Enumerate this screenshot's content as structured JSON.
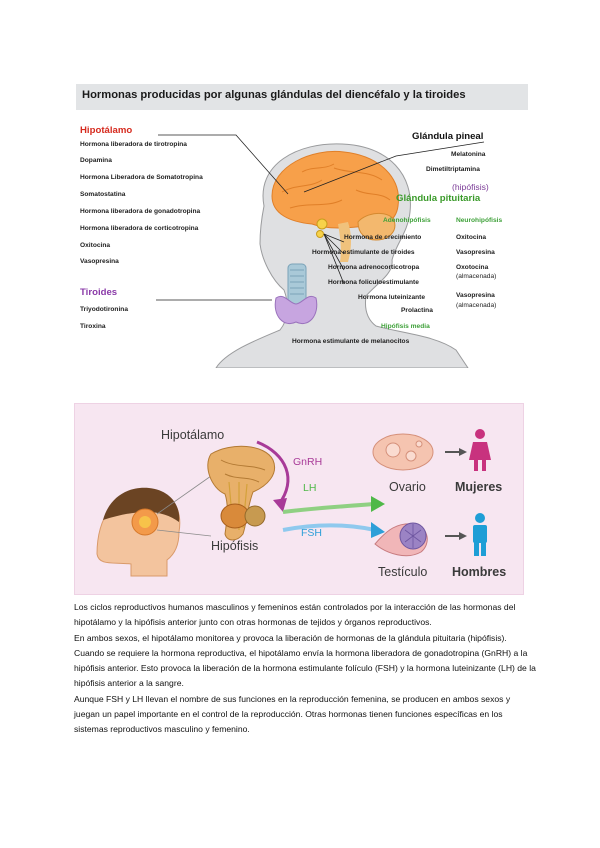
{
  "figure1": {
    "title": "Hormonas producidas por algunas glándulas del diencéfalo y la tiroides",
    "hipotalamo": {
      "heading": "Hipotálamo",
      "items": [
        "Hormona liberadora de tirotropina",
        "Dopamina",
        "Hormona Liberadora de Somatotropina",
        "Somatostatina",
        "Hormona liberadora de gonadotropina",
        "Hormona liberadora de corticotropina",
        "Oxitocina",
        "Vasopresina"
      ]
    },
    "tiroides": {
      "heading": "Tiroides",
      "items": [
        "Triyodotironina",
        "Tiroxina"
      ]
    },
    "pineal": {
      "heading": "Glándula pineal",
      "items": [
        "Melatonina",
        "Dimetiltriptamina"
      ]
    },
    "pituitaria": {
      "note": "(hipófisis)",
      "heading": "Glándula pituitaria",
      "adeno_heading": "Adenohipófisis",
      "neuro_heading": "Neurohipófisis",
      "adeno_items": [
        "Hormona de crecimiento",
        "Hormona estimulante de tiroides",
        "Hormona adrenocorticotropa",
        "Hormona foliculoestimulante",
        "Hormona luteinizante",
        "Prolactina"
      ],
      "neuro_items": [
        "Oxitocina",
        "Vasopresina",
        "Oxotocina",
        "(almacenada)",
        "Vasopresina",
        "(almacenada)"
      ],
      "media_heading": "Hipófisis media",
      "media_item": "Hormona estimulante de melanocitos"
    }
  },
  "figure2": {
    "hipotalamo": "Hipotálamo",
    "hipofisis": "Hipófisis",
    "gnrh": "GnRH",
    "lh": "LH",
    "fsh": "FSH",
    "ovario": "Ovario",
    "mujeres": "Mujeres",
    "testiculo": "Testículo",
    "hombres": "Hombres",
    "colors": {
      "female": "#c8327e",
      "male": "#1e9ed6",
      "gnrh": "#a83a98",
      "lh": "#4fb848",
      "fsh": "#2e9fd8"
    }
  },
  "body": {
    "paragraphs": [
      "Los ciclos reproductivos humanos masculinos y femeninos están controlados por la interacción de las hormonas del hipotálamo y la hipófisis anterior junto con otras hormonas de tejidos y órganos reproductivos.",
      "En ambos sexos, el hipotálamo monitorea y provoca la liberación de hormonas de la glándula pituitaria (hipófisis). Cuando se requiere la hormona reproductiva, el hipotálamo envía la hormona liberadora de gonadotropina (GnRH) a la hipófisis anterior. Esto provoca la liberación de la hormona estimulante folículo (FSH) y la hormona luteinizante (LH) de la hipófisis anterior a la sangre.",
      "Aunque FSH y LH llevan el nombre de sus funciones en la reproducción femenina, se producen en ambos sexos y juegan un papel importante en el control de la reproducción. Otras hormonas tienen funciones específicas en los sistemas reproductivos masculino y femenino."
    ]
  }
}
